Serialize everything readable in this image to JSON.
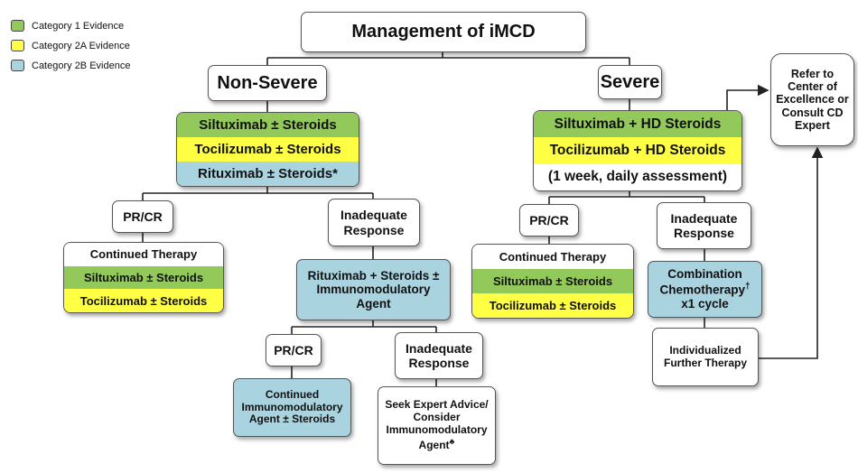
{
  "legend": [
    {
      "label": "Category 1 Evidence",
      "color": "#92c95a"
    },
    {
      "label": "Category 2A Evidence",
      "color": "#ffff44"
    },
    {
      "label": "Category 2B Evidence",
      "color": "#a9d3df"
    }
  ],
  "title": "Management of iMCD",
  "refer": "Refer to Center of Excellence or Consult CD Expert",
  "nonsevere": {
    "label": "Non-Severe",
    "treatments": [
      "Siltuximab ± Steroids",
      "Tocilizumab ± Steroids",
      "Rituximab ± Steroids*"
    ],
    "prcr": "PR/CR",
    "continued": [
      "Continued Therapy",
      "Siltuximab ±  Steroids",
      "Tocilizumab ± Steroids"
    ],
    "inadequate": "Inadequate Response",
    "ritux": "Rituximab + Steroids ± Immunomodulatory Agent",
    "prcr2": "PR/CR",
    "continued2": "Continued Immunomodulatory Agent ± Steroids",
    "inadequate2": "Inadequate Response",
    "seek": "Seek Expert Advice/ Consider Immunomodulatory Agent",
    "seek_mark": "♣"
  },
  "severe": {
    "label": "Severe",
    "treatments": [
      "Siltuximab + HD Steroids",
      "Tocilizumab + HD Steroids",
      "(1 week, daily assessment)"
    ],
    "prcr": "PR/CR",
    "continued": [
      "Continued Therapy",
      "Siltuximab ± Steroids",
      "Tocilizumab ± Steroids"
    ],
    "inadequate": "Inadequate Response",
    "combo": "Combination Chemotherapy",
    "combo_mark": "†",
    "combo_cycle": "x1 cycle",
    "individualized": "Individualized Further Therapy"
  }
}
